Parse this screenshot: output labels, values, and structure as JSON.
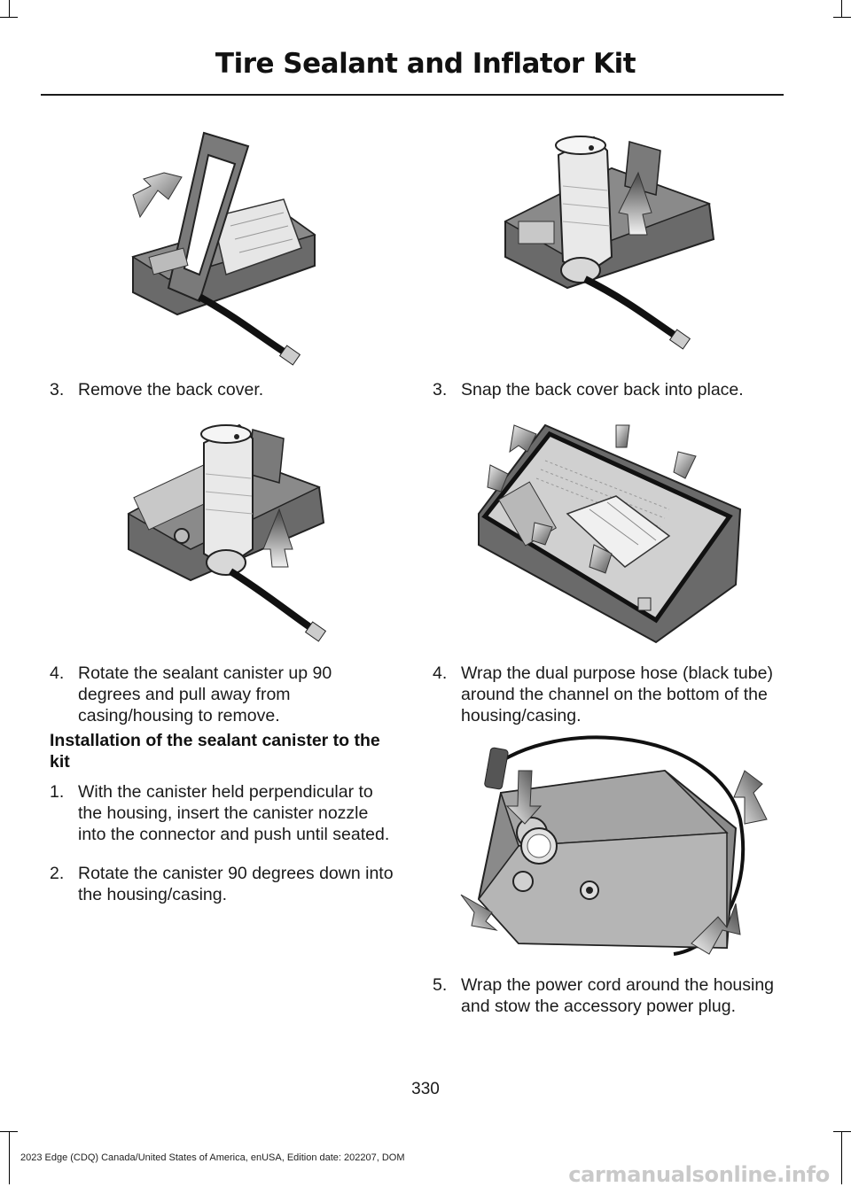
{
  "header": {
    "title": "Tire Sealant and Inflator Kit"
  },
  "left_column": {
    "steps_removal": [
      {
        "number": "3.",
        "text": "Remove the back cover."
      },
      {
        "number": "4.",
        "text": "Rotate the sealant canister up 90 degrees and pull away from casing/housing to remove."
      }
    ],
    "installation_heading": "Installation of the sealant canister to the kit",
    "steps_installation": [
      {
        "number": "1.",
        "text": "With the canister held perpendicular to the housing, insert the canister nozzle into the connector and push until seated."
      },
      {
        "number": "2.",
        "text": "Rotate the canister 90 degrees down into the housing/casing."
      }
    ]
  },
  "right_column": {
    "steps": [
      {
        "number": "3.",
        "text": "Snap the back cover back into place."
      },
      {
        "number": "4.",
        "text": "Wrap the dual purpose hose (black tube) around the channel on the bottom of the housing/casing."
      },
      {
        "number": "5.",
        "text": "Wrap the power cord around the housing and stow the accessory power plug."
      }
    ]
  },
  "figures": [
    {
      "id": "fig-back-cover-removal",
      "icon": "kit-with-cover-tilted"
    },
    {
      "id": "fig-canister-rotate-up",
      "icon": "kit-canister-upright"
    },
    {
      "id": "fig-canister-insert",
      "icon": "kit-canister-upright"
    },
    {
      "id": "fig-back-cover-snap",
      "icon": "kit-back-cover"
    },
    {
      "id": "fig-power-cord-wrap",
      "icon": "compressor-front-with-cord"
    }
  ],
  "page_number": "330",
  "footer": {
    "text": "2023 Edge (CDQ) Canada/United States of America, enUSA, Edition date: 202207, DOM"
  },
  "watermark": "carmanualsonline.info",
  "colors": {
    "text": "#1a1a1a",
    "illustration_dark": "#5a5a5a",
    "illustration_light": "#d9d9d9"
  }
}
